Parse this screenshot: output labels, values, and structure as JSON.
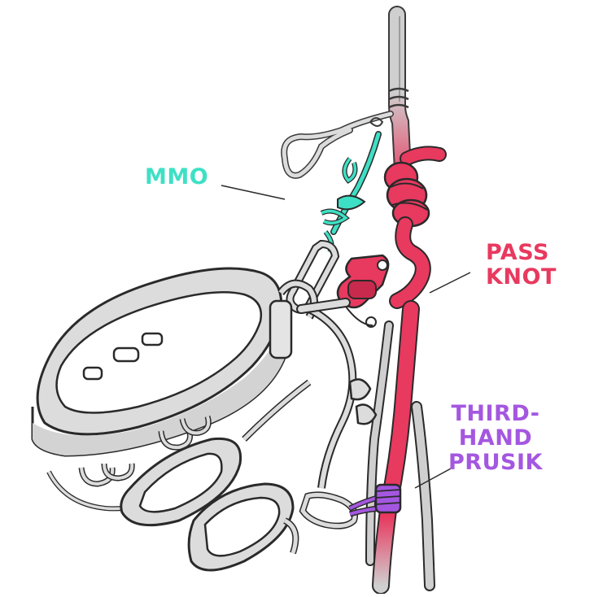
{
  "labels": {
    "mmo": {
      "text": "MMO",
      "color": "#3ee0c5"
    },
    "pass_knot": {
      "lines": [
        "PASS",
        "KNOT"
      ],
      "color": "#e8395f"
    },
    "third_hand_prusik": {
      "lines": [
        "THIRD-",
        "HAND",
        "PRUSIK"
      ],
      "color": "#a457e0"
    }
  },
  "colors": {
    "gear_fill": "#dcdcdc",
    "gear_stroke": "#3a3a3a",
    "rope_gray": "#cfcfcf",
    "rope_red": "#e8395f",
    "sling_teal": "#3ee0c5",
    "prusik_purple": "#a457e0"
  },
  "icons": [
    "harness-illustration",
    "carabiner-icon",
    "belay-device-icon",
    "rope-icon"
  ]
}
